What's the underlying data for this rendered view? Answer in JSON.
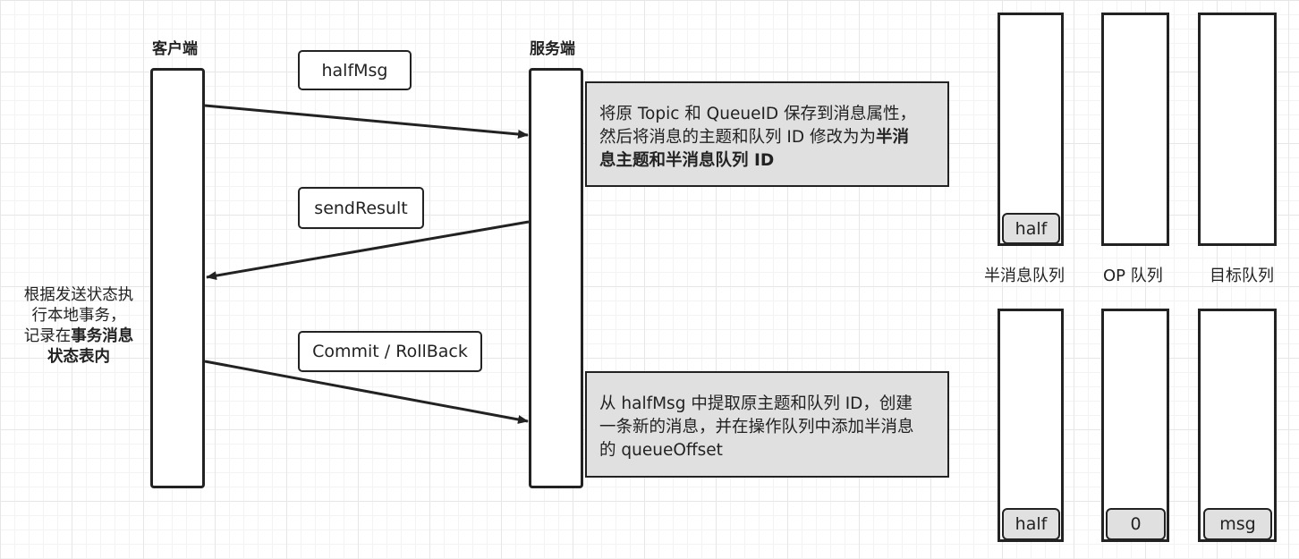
{
  "client": {
    "title": "客户端"
  },
  "server": {
    "title": "服务端"
  },
  "messages": [
    {
      "label": "halfMsg"
    },
    {
      "label": "sendResult"
    },
    {
      "label": "Commit / RollBack"
    }
  ],
  "notes": {
    "note1": {
      "line1": "将原 Topic 和 QueueID 保存到消息属性，",
      "line2_prefix": "然后将消息的主题和队列 ID 修改为为",
      "line2_bold": "半消",
      "line3_bold": "息主题和半消息队列 ID"
    },
    "note2": {
      "line1": "从 halfMsg 中提取原主题和队列 ID，创建",
      "line2": "一条新的消息，并在操作队列中添加半消息",
      "line3": "的 queueOffset"
    }
  },
  "client_note": {
    "line1": "根据发送状态执",
    "line2": "行本地事务，",
    "line3_prefix": "记录在",
    "line3_bold": "事务消息",
    "line4_bold": "状态表内"
  },
  "queues": {
    "labels": [
      "半消息队列",
      "OP 队列",
      "目标队列"
    ],
    "top_items": [
      "half"
    ],
    "bottom_items": [
      "half",
      "0",
      "msg"
    ]
  }
}
